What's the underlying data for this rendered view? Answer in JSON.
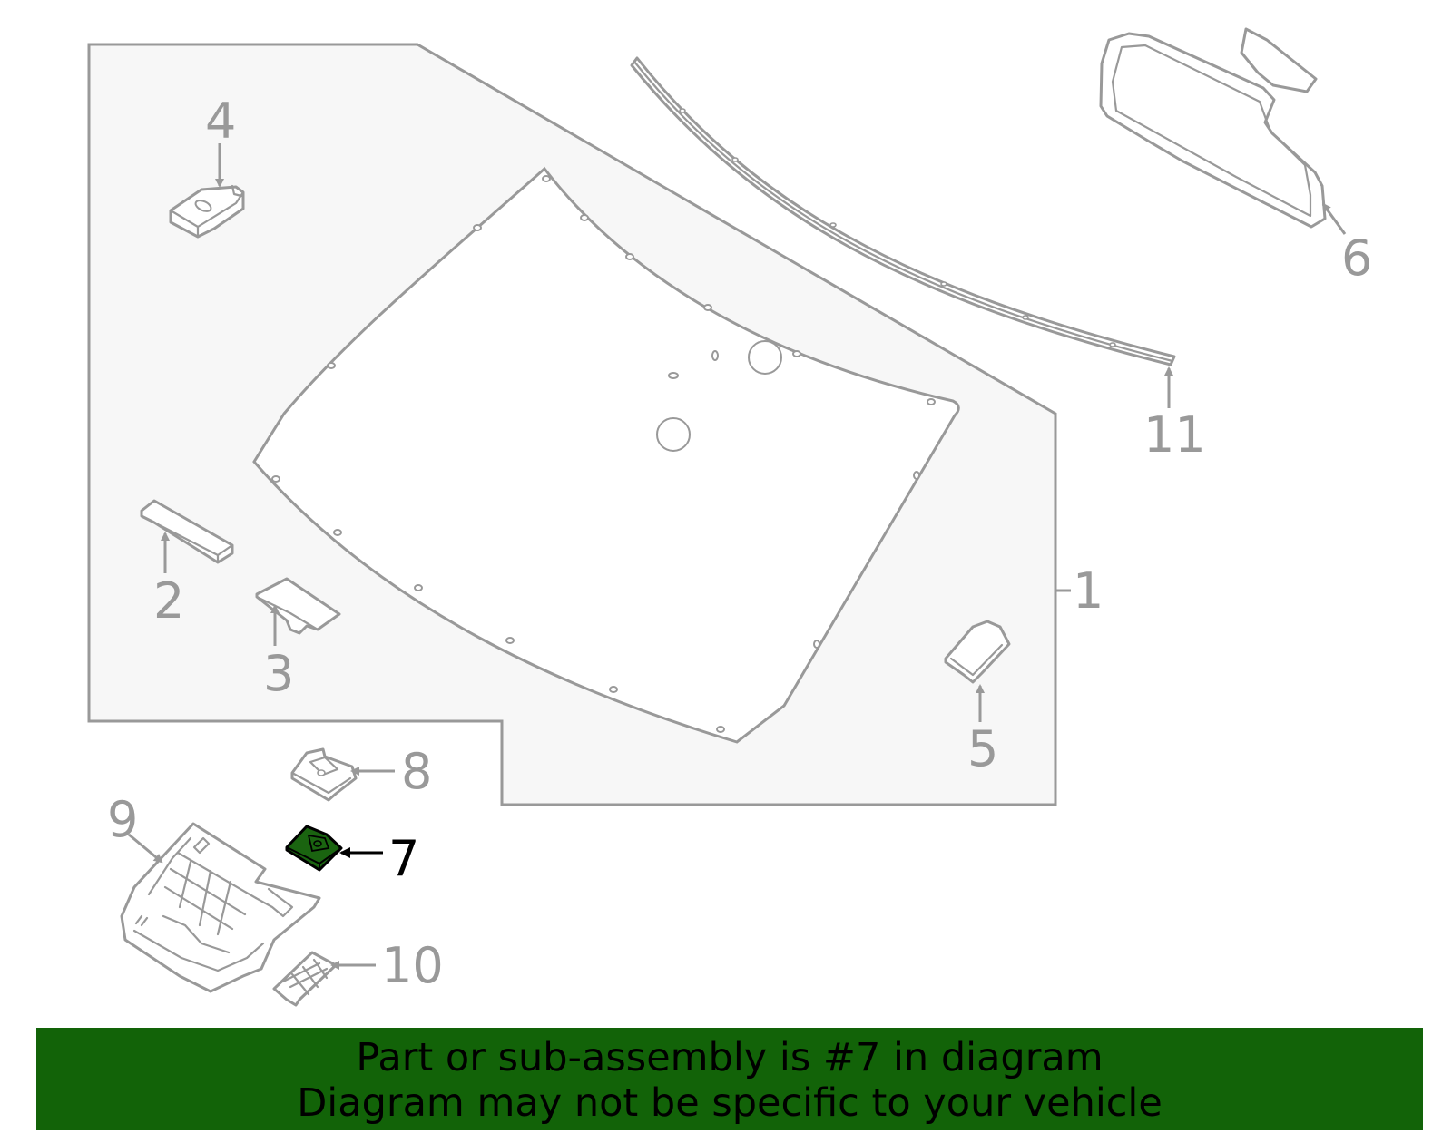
{
  "diagram": {
    "callouts": [
      "1",
      "2",
      "3",
      "4",
      "5",
      "6",
      "7",
      "8",
      "9",
      "10",
      "11"
    ],
    "highlighted_part": "7",
    "colors": {
      "line": "#999999",
      "panel_fill": "#f7f7f7",
      "highlight_fill": "#1a6410",
      "highlight_text": "#000000",
      "banner_bg": "#126308"
    }
  },
  "banner": {
    "line1": "Part or sub-assembly is #7 in diagram",
    "line2": "Diagram may not be specific to your vehicle"
  }
}
